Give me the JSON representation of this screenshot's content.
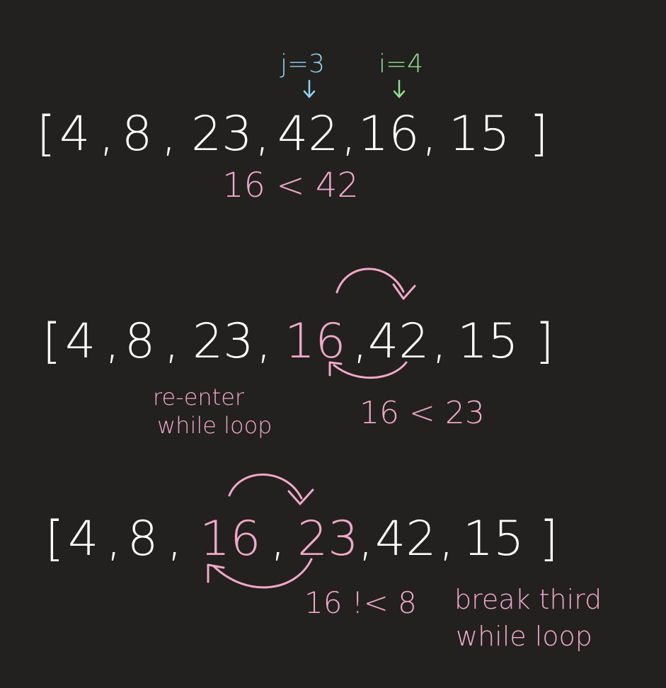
{
  "colors": {
    "background": "#232120",
    "array": "#ffffff",
    "pink": "#f0a8c8",
    "cyan": "#8fd3ef",
    "green": "#8fe08f"
  },
  "step1": {
    "pointer_j": "j=3",
    "pointer_i": "i=4",
    "open_bracket": "[",
    "close_bracket": "]",
    "elements": [
      "4",
      "8",
      "23",
      "42",
      "16",
      "15"
    ],
    "comparison": "16 < 42"
  },
  "step2": {
    "open_bracket": "[",
    "close_bracket": "]",
    "elements": [
      "4",
      "8",
      "23",
      "16",
      "42",
      "15"
    ],
    "note": [
      "re-enter",
      "while loop"
    ],
    "comparison": "16 < 23"
  },
  "step3": {
    "open_bracket": "[",
    "close_bracket": "]",
    "elements": [
      "4",
      "8",
      "16",
      "23",
      "42",
      "15"
    ],
    "comparison": "16 !< 8",
    "note": [
      "break third",
      "while loop"
    ]
  }
}
